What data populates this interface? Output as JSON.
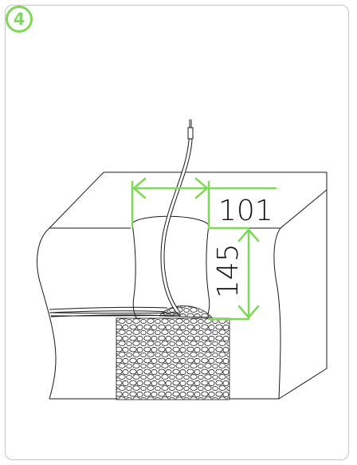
{
  "step": {
    "number": "4"
  },
  "dimensions": {
    "width_label": "101",
    "depth_label": "145"
  },
  "colors": {
    "accent": "#7ed957",
    "border": "#c4c4c4",
    "line": "#1a1a1a"
  }
}
